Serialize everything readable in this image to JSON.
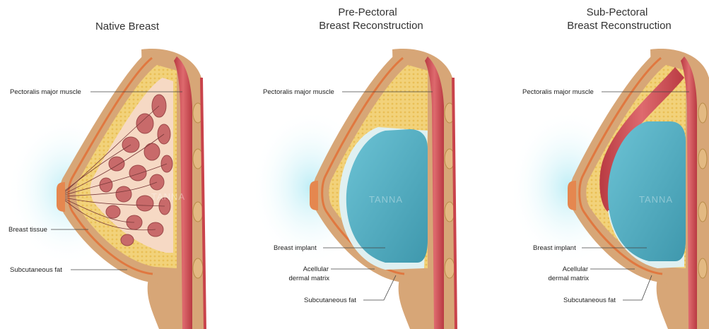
{
  "panels": [
    {
      "title_lines": [
        "Native Breast"
      ],
      "labels": {
        "muscle": "Pectoralis major muscle",
        "tissue": "Breast tissue",
        "fat": "Subcutaneous fat"
      },
      "watermark": "TANNA"
    },
    {
      "title_lines": [
        "Pre-Pectoral",
        "Breast Reconstruction"
      ],
      "labels": {
        "muscle": "Pectoralis major muscle",
        "implant": "Breast implant",
        "adm_line1": "Acellular",
        "adm_line2": "dermal matrix",
        "fat": "Subcutaneous fat"
      },
      "watermark": "TANNA"
    },
    {
      "title_lines": [
        "Sub-Pectoral",
        "Breast Reconstruction"
      ],
      "labels": {
        "muscle": "Pectoralis major muscle",
        "implant": "Breast implant",
        "adm_line1": "Acellular",
        "adm_line2": "dermal matrix",
        "fat": "Subcutaneous fat"
      },
      "watermark": "TANNA"
    }
  ],
  "colors": {
    "skin": "#d7a677",
    "dermis_line": "#e07840",
    "fat": "#f2d27a",
    "muscle": "#c9434b",
    "implant": "#4fb0c6",
    "adm": "#dff0f1",
    "glow": "#bfeef6",
    "tissue": "#c86a6a"
  }
}
